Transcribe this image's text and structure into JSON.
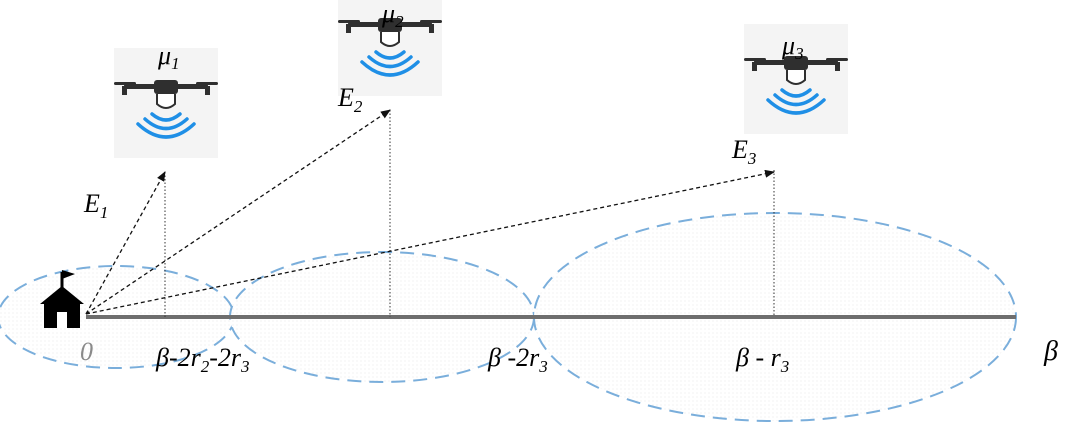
{
  "diagram": {
    "origin_label": "0",
    "axis_end_label": "β",
    "uavs": [
      {
        "id": "u1",
        "label_base": "μ",
        "label_sub": "1",
        "edge_base": "E",
        "edge_sub": "1"
      },
      {
        "id": "u2",
        "label_base": "μ",
        "label_sub": "2",
        "edge_base": "E",
        "edge_sub": "2"
      },
      {
        "id": "u3",
        "label_base": "μ",
        "label_sub": "3",
        "edge_base": "E",
        "edge_sub": "3"
      }
    ],
    "positions": {
      "p1": {
        "parts": [
          "β-2r",
          "2",
          "-2r",
          "3"
        ]
      },
      "p2": {
        "parts": [
          "β -2r",
          "3"
        ]
      },
      "p3": {
        "parts": [
          "β - r",
          "3"
        ]
      }
    },
    "icons": [
      "home-icon",
      "drone-icon",
      "signal-icon"
    ],
    "colors": {
      "axis": "#6e6e6e",
      "coverage_stroke": "#7aaedb",
      "signal": "#1f8fe6",
      "drone_body": "#2f2f2f",
      "arrow": "#111111"
    }
  }
}
